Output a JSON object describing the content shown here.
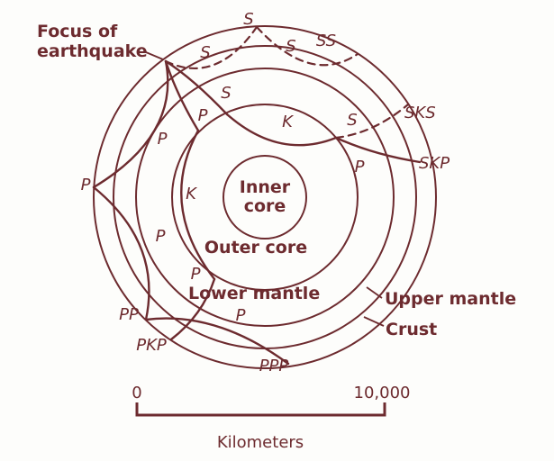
{
  "colors": {
    "ink": "#6d2b2f",
    "bg": "#fdfdfb"
  },
  "focus_label": {
    "line1": "Focus of",
    "line2": "earthquake"
  },
  "layers": {
    "inner_core": {
      "line1": "Inner",
      "line2": "core"
    },
    "outer_core": "Outer core",
    "lower_mantle": "Lower mantle",
    "upper_mantle": "Upper mantle",
    "crust": "Crust"
  },
  "phases": {
    "s_surface_apex": "S",
    "s_surface_left": "S",
    "s_surface_right": "S",
    "ss": "SS",
    "s_mantle_leg": "S",
    "p_mantle_entry": "P",
    "k_sks": "K",
    "s_sks_exit": "S",
    "sks": "SKS",
    "p_skp_exit": "P",
    "skp": "SKP",
    "p_direct_upper": "P",
    "p_left_arrival": "P",
    "k_pkp": "K",
    "p_pp_leg": "P",
    "p_pkp_lower": "P",
    "pp": "PP",
    "p_ppp_leg": "P",
    "pkp": "PKP",
    "ppp": "PPP"
  },
  "scale": {
    "min": "0",
    "max": "10,000",
    "unit": "Kilometers"
  }
}
